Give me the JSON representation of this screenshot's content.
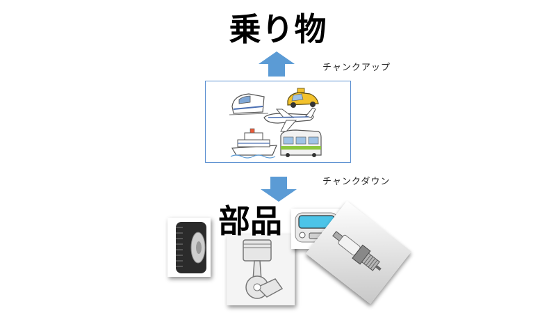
{
  "title_top": "乗り物",
  "label_up": "チャンクアップ",
  "label_down": "チャンクダウン",
  "title_parts": "部品",
  "colors": {
    "arrow": "#5b9bd5",
    "box_border": "#5a8fd0"
  },
  "icons": {
    "vehicles": [
      "bullet-train-icon",
      "taxi-icon",
      "airplane-icon",
      "ship-icon",
      "commuter-train-icon"
    ],
    "parts": [
      "tire-icon",
      "piston-icon",
      "car-front-icon",
      "spark-plug-icon"
    ]
  }
}
